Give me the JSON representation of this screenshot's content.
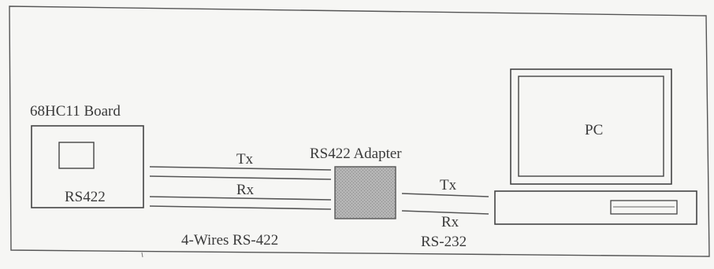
{
  "diagram": {
    "board": {
      "title": "68HC11 Board",
      "label": "RS422"
    },
    "link_422": {
      "tx_label": "Tx",
      "rx_label": "Rx",
      "caption": "4-Wires RS-422"
    },
    "adapter": {
      "title": "RS422 Adapter"
    },
    "link_232": {
      "tx_label": "Tx",
      "rx_label": "Rx",
      "caption": "RS-232"
    },
    "pc": {
      "label": "PC"
    }
  },
  "colors": {
    "ink": "#3a3a3a",
    "adapter_fill": "#a9a9a9",
    "paper": "#f6f6f4"
  }
}
